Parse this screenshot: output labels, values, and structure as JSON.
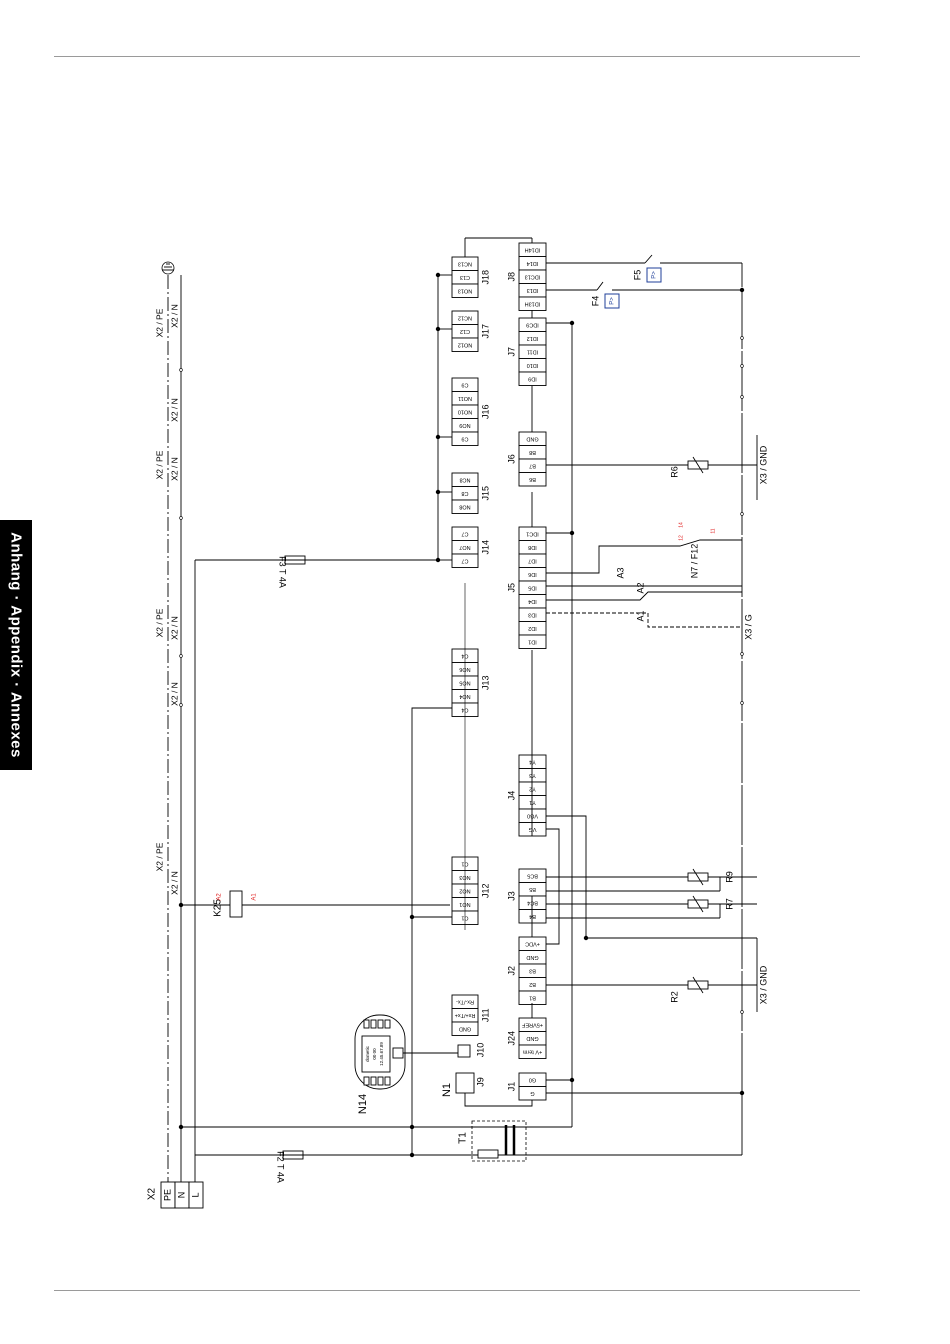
{
  "page": {
    "side_tab": "Anhang · Appendix · Annexes"
  },
  "schematic": {
    "mains_block": {
      "ref": "X2",
      "terminals": [
        "PE",
        "N",
        "L"
      ]
    },
    "bus_labels": [
      "X2 / PE",
      "X2 / N",
      "X2 / N",
      "X2 / PE",
      "X2 / N",
      "X2 / PE",
      "X2 / N",
      "X2 / N",
      "X2 / PE",
      "X2 / N"
    ],
    "fuses": [
      {
        "ref": "F2",
        "value": "T 4A"
      },
      {
        "ref": "F3",
        "value": "T 4A"
      }
    ],
    "transformer": "T1",
    "relay": {
      "ref": "K25",
      "a2": "A2",
      "a1": "A1"
    },
    "controller": "N1",
    "display": {
      "ref": "N14",
      "lines": [
        "dometic",
        "00 00",
        "12.45.67.89"
      ]
    },
    "relay_connectors": [
      {
        "name": "J11",
        "pins": [
          "GND",
          "Rx+/Tx+",
          "Rx-/Tx-"
        ]
      },
      {
        "name": "J12",
        "pins": [
          "C1",
          "NO1",
          "NO2",
          "NO3",
          "C1"
        ]
      },
      {
        "name": "J13",
        "pins": [
          "C4",
          "NO4",
          "NO5",
          "NO6",
          "C4"
        ]
      },
      {
        "name": "J14",
        "pins": [
          "C7",
          "NO7",
          "C7"
        ]
      },
      {
        "name": "J15",
        "pins": [
          "NO8",
          "C8",
          "NC8"
        ]
      },
      {
        "name": "J16",
        "pins": [
          "C9",
          "NO9",
          "NO10",
          "NO11",
          "C9"
        ]
      },
      {
        "name": "J17",
        "pins": [
          "NO12",
          "C12",
          "NC12"
        ]
      },
      {
        "name": "J18",
        "pins": [
          "NO13",
          "C13",
          "NC13"
        ]
      }
    ],
    "small_connectors": [
      "J9",
      "J10"
    ],
    "io_connectors": [
      {
        "name": "J1",
        "pins": [
          "G",
          "G0"
        ]
      },
      {
        "name": "J24",
        "pins": [
          "+V term",
          "GND",
          "+5VREF"
        ]
      },
      {
        "name": "J2",
        "pins": [
          "B1",
          "B2",
          "B3",
          "GND",
          "+VDC"
        ]
      },
      {
        "name": "J3",
        "pins": [
          "B4",
          "BC4",
          "B5",
          "BC5"
        ]
      },
      {
        "name": "J4",
        "pins": [
          "VG",
          "VG0",
          "Y1",
          "Y2",
          "Y3",
          "Y4"
        ]
      },
      {
        "name": "J5",
        "pins": [
          "ID1",
          "ID2",
          "ID3",
          "ID4",
          "ID5",
          "ID6",
          "ID7",
          "ID8",
          "IDC1"
        ]
      },
      {
        "name": "J6",
        "pins": [
          "B6",
          "B7",
          "B8",
          "GND"
        ]
      },
      {
        "name": "J7",
        "pins": [
          "ID9",
          "ID10",
          "ID11",
          "ID12",
          "IDC9"
        ]
      },
      {
        "name": "J8",
        "pins": [
          "ID13H",
          "ID13",
          "IDC13",
          "ID14",
          "ID14H"
        ]
      }
    ],
    "field_devices": [
      "R2",
      "R7",
      "R9",
      "R6",
      "A1",
      "A2",
      "A3",
      "N7 / F12",
      "F4",
      "F5"
    ],
    "contact_numbers": [
      "12",
      "14",
      "11"
    ],
    "grounds": [
      "X3 / GND",
      "X3 / G",
      "X3 / GND"
    ],
    "pressure_switch_symbol": "P>",
    "colors": {
      "line": "#000000",
      "annotation": "#e02020",
      "symbol": "#1f3f99"
    }
  }
}
